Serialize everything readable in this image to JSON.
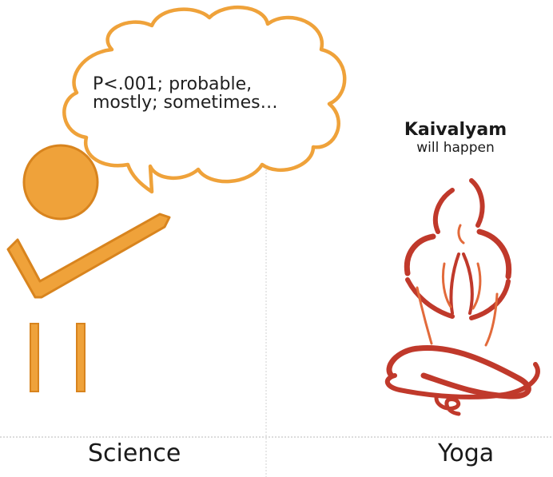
{
  "thought_bubble": {
    "text": "P<.001; probable,\nmostly; sometimes…"
  },
  "yoga_note": {
    "title": "Kaivalyam",
    "subtitle": "will happen"
  },
  "captions": {
    "left": "Science",
    "right": "Yoga"
  },
  "colors": {
    "science_figure": "#EFA23A",
    "science_figure_outline": "#D8841E",
    "bubble_outline": "#EFA23A",
    "yoga_figure": "#C0392B",
    "yoga_figure_light": "#E26A3B",
    "divider": "#c8c8c8"
  },
  "icons": {
    "science_figure": "abstract-person-checkmark-icon",
    "yoga_figure": "meditating-person-icon",
    "bubble": "thought-bubble-icon"
  }
}
